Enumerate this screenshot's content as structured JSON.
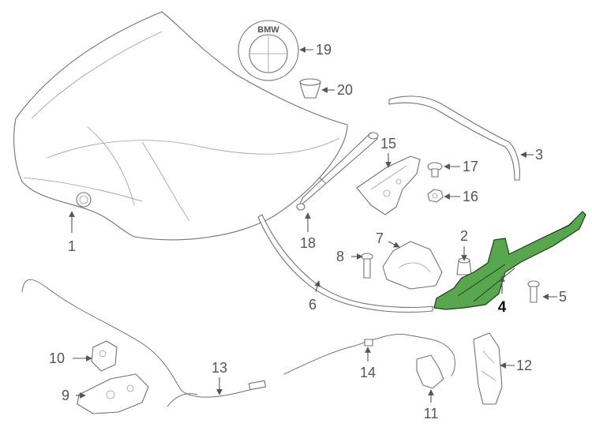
{
  "diagram": {
    "highlight_color": "#58a74f",
    "emblem_letters": "BMW",
    "callouts": {
      "c1": "1",
      "c2": "2",
      "c3": "3",
      "c4": "4",
      "c5": "5",
      "c6": "6",
      "c7": "7",
      "c8": "8",
      "c9": "9",
      "c10": "10",
      "c11": "11",
      "c12": "12",
      "c13": "13",
      "c14": "14",
      "c15": "15",
      "c16": "16",
      "c17": "17",
      "c18": "18",
      "c19": "19",
      "c20": "20"
    }
  }
}
